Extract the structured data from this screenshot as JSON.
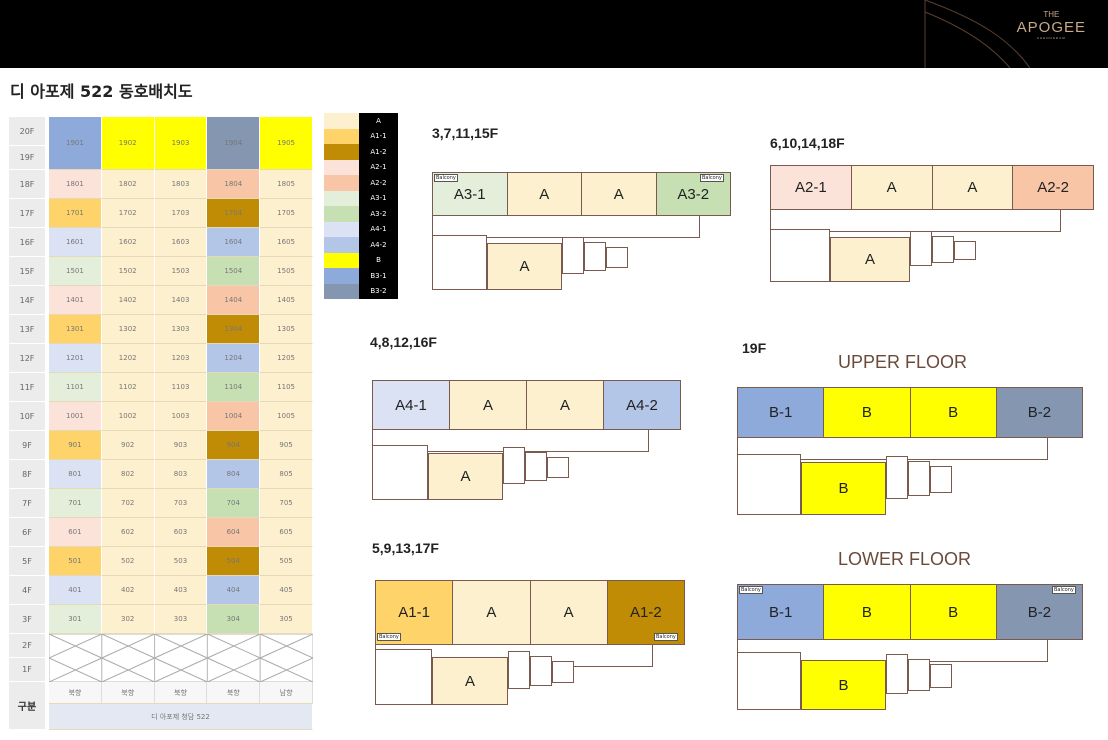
{
  "header": {
    "logo_top": "THE",
    "logo_main": "APOGEE",
    "logo_sub": "CHEONGDAM"
  },
  "title": "디 아포제 522 동호배치도",
  "colors": {
    "A": "#fdf0cf",
    "A1-1": "#fdd36a",
    "A1-2": "#c08c06",
    "A2-1": "#fbe3d9",
    "A2-2": "#f8c6a6",
    "A3-1": "#e3efda",
    "A3-2": "#c6e0b4",
    "A4-1": "#dbe2f3",
    "A4-2": "#b4c6e7",
    "B": "#ffff00",
    "B3-1": "#8eaadb",
    "B3-2": "#8496b0"
  },
  "table": {
    "top_floors": [
      "20F",
      "19F"
    ],
    "top_units": [
      {
        "unit": "1901",
        "type": "B3-1"
      },
      {
        "unit": "1902",
        "type": "B"
      },
      {
        "unit": "1903",
        "type": "B"
      },
      {
        "unit": "1904",
        "type": "B3-2"
      },
      {
        "unit": "1905",
        "type": "B"
      }
    ],
    "rows": [
      {
        "floor": "18F",
        "types": [
          "A2-1",
          "A",
          "A",
          "A2-2",
          "A"
        ]
      },
      {
        "floor": "17F",
        "types": [
          "A1-1",
          "A",
          "A",
          "A1-2",
          "A"
        ]
      },
      {
        "floor": "16F",
        "types": [
          "A4-1",
          "A",
          "A",
          "A4-2",
          "A"
        ]
      },
      {
        "floor": "15F",
        "types": [
          "A3-1",
          "A",
          "A",
          "A3-2",
          "A"
        ]
      },
      {
        "floor": "14F",
        "types": [
          "A2-1",
          "A",
          "A",
          "A2-2",
          "A"
        ]
      },
      {
        "floor": "13F",
        "types": [
          "A1-1",
          "A",
          "A",
          "A1-2",
          "A"
        ]
      },
      {
        "floor": "12F",
        "types": [
          "A4-1",
          "A",
          "A",
          "A4-2",
          "A"
        ]
      },
      {
        "floor": "11F",
        "types": [
          "A3-1",
          "A",
          "A",
          "A3-2",
          "A"
        ]
      },
      {
        "floor": "10F",
        "types": [
          "A2-1",
          "A",
          "A",
          "A2-2",
          "A"
        ]
      },
      {
        "floor": "9F",
        "types": [
          "A1-1",
          "A",
          "A",
          "A1-2",
          "A"
        ]
      },
      {
        "floor": "8F",
        "types": [
          "A4-1",
          "A",
          "A",
          "A4-2",
          "A"
        ]
      },
      {
        "floor": "7F",
        "types": [
          "A3-1",
          "A",
          "A",
          "A3-2",
          "A"
        ]
      },
      {
        "floor": "6F",
        "types": [
          "A2-1",
          "A",
          "A",
          "A2-2",
          "A"
        ]
      },
      {
        "floor": "5F",
        "types": [
          "A1-1",
          "A",
          "A",
          "A1-2",
          "A"
        ]
      },
      {
        "floor": "4F",
        "types": [
          "A4-1",
          "A",
          "A",
          "A4-2",
          "A"
        ]
      },
      {
        "floor": "3F",
        "types": [
          "A3-1",
          "A",
          "A",
          "A3-2",
          "A"
        ]
      }
    ],
    "empty_floors": [
      "2F",
      "1F"
    ],
    "footer_label": "구분",
    "directions": [
      "북향",
      "북향",
      "북향",
      "북향",
      "남향"
    ],
    "building": "디 아포제 청담 522"
  },
  "legend": [
    "A",
    "A1-1",
    "A1-2",
    "A2-1",
    "A2-2",
    "A3-1",
    "A3-2",
    "A4-1",
    "A4-2",
    "B",
    "B3-1",
    "B3-2"
  ],
  "plans": [
    {
      "label": "3,7,11,15F",
      "units": [
        {
          "n": "A3-1",
          "c": "A3-1"
        },
        {
          "n": "A",
          "c": "A"
        },
        {
          "n": "A",
          "c": "A"
        },
        {
          "n": "A3-2",
          "c": "A3-2"
        }
      ],
      "lower": {
        "n": "A",
        "c": "A"
      },
      "balcony": [
        "Balcony",
        "Balcony"
      ]
    },
    {
      "label": "6,10,14,18F",
      "units": [
        {
          "n": "A2-1",
          "c": "A2-1"
        },
        {
          "n": "A",
          "c": "A"
        },
        {
          "n": "A",
          "c": "A"
        },
        {
          "n": "A2-2",
          "c": "A2-2"
        }
      ],
      "lower": {
        "n": "A",
        "c": "A"
      }
    },
    {
      "label": "4,8,12,16F",
      "units": [
        {
          "n": "A4-1",
          "c": "A4-1"
        },
        {
          "n": "A",
          "c": "A"
        },
        {
          "n": "A",
          "c": "A"
        },
        {
          "n": "A4-2",
          "c": "A4-2"
        }
      ],
      "lower": {
        "n": "A",
        "c": "A"
      }
    },
    {
      "label": "19F",
      "floor_label": "UPPER FLOOR",
      "units": [
        {
          "n": "B-1",
          "c": "B3-1"
        },
        {
          "n": "B",
          "c": "B"
        },
        {
          "n": "B",
          "c": "B"
        },
        {
          "n": "B-2",
          "c": "B3-2"
        }
      ],
      "lower": {
        "n": "B",
        "c": "B"
      }
    },
    {
      "label": "5,9,13,17F",
      "units": [
        {
          "n": "A1-1",
          "c": "A1-1"
        },
        {
          "n": "A",
          "c": "A"
        },
        {
          "n": "A",
          "c": "A"
        },
        {
          "n": "A1-2",
          "c": "A1-2"
        }
      ],
      "lower": {
        "n": "A",
        "c": "A"
      },
      "balcony": [
        "Balcony",
        "Balcony"
      ]
    },
    {
      "label": "",
      "floor_label": "LOWER FLOOR",
      "units": [
        {
          "n": "B-1",
          "c": "B3-1"
        },
        {
          "n": "B",
          "c": "B"
        },
        {
          "n": "B",
          "c": "B"
        },
        {
          "n": "B-2",
          "c": "B3-2"
        }
      ],
      "lower": {
        "n": "B",
        "c": "B"
      },
      "balcony": [
        "Balcony",
        "Balcony"
      ]
    }
  ]
}
